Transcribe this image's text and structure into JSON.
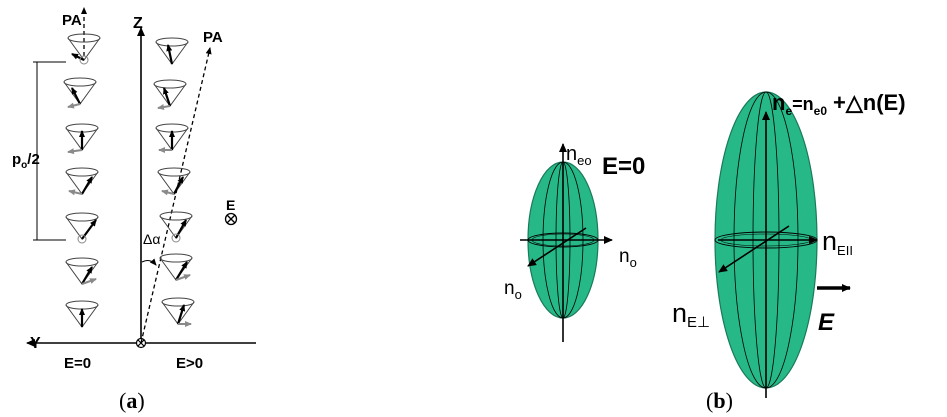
{
  "panel_a": {
    "pa_left": "PA",
    "axis_z": "Z",
    "pa_right": "PA",
    "pitch_main": "p",
    "pitch_sub": "o",
    "pitch_tail": "/2",
    "field_label": "E",
    "angle_label": "Δα",
    "axis_y": "Y",
    "state_off": "E=0",
    "state_on": "E>0",
    "caption_open": "(",
    "caption_letter": "a",
    "caption_close": ")"
  },
  "panel_b": {
    "left": {
      "axis_top_main": "n",
      "axis_top_sub": "eo",
      "field": "E=0",
      "axis_right_main": "n",
      "axis_right_sub": "o",
      "axis_diag_main": "n",
      "axis_diag_sub": "o"
    },
    "right": {
      "top_main": "n",
      "top_sub_e": "e",
      "top_eq": "=n",
      "top_sub_e0": "e0",
      "top_plus": "+",
      "top_delta": "△",
      "top_tail": "n(E)",
      "axis_right_main": "n",
      "axis_right_sub": "EII",
      "axis_diag_main": "n",
      "axis_diag_sub": "E⊥",
      "field": "E"
    },
    "caption_open": "(",
    "caption_letter": "b",
    "caption_close": ")"
  },
  "colors": {
    "ellipsoid_fill": "#27b888",
    "line": "#000000",
    "grey_arrow": "#8a8a8a"
  }
}
